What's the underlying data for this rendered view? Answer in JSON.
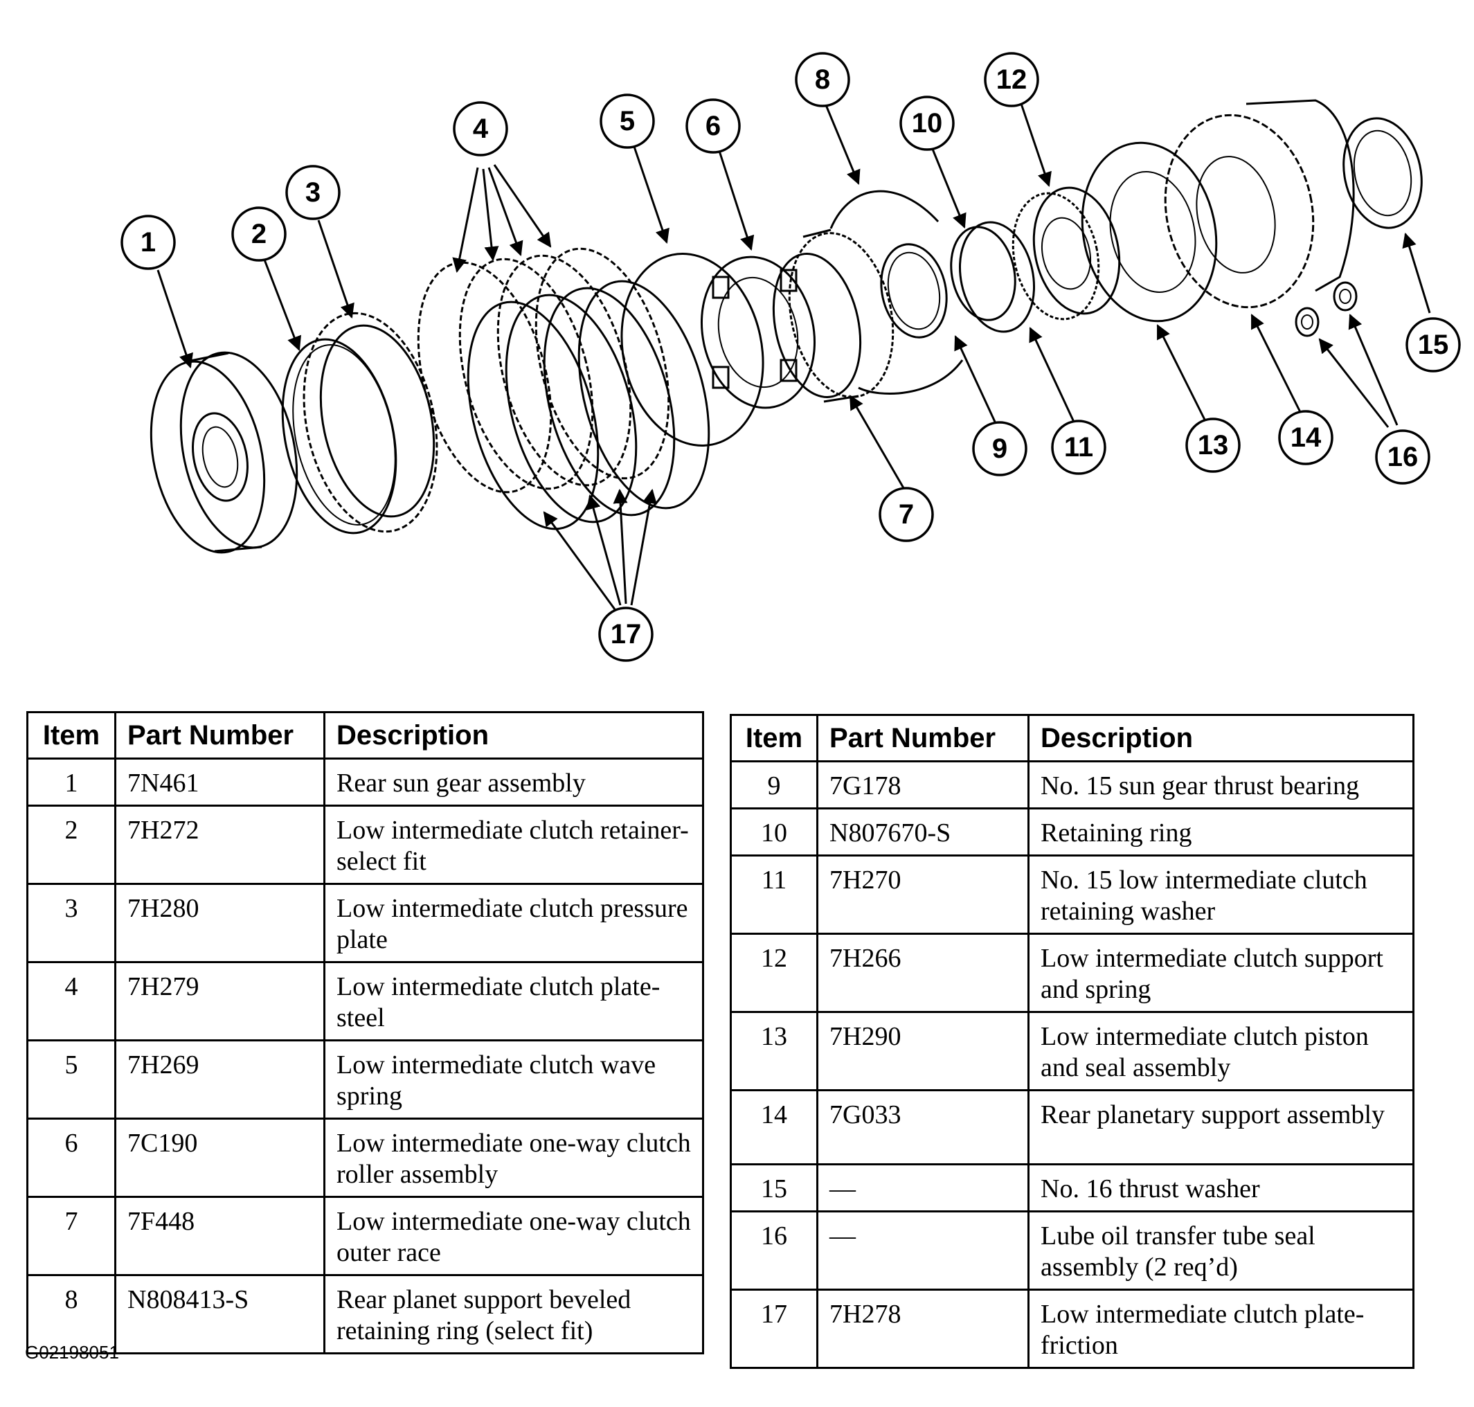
{
  "callouts": [
    "1",
    "2",
    "3",
    "4",
    "5",
    "6",
    "7",
    "8",
    "9",
    "10",
    "11",
    "12",
    "13",
    "14",
    "15",
    "16",
    "17"
  ],
  "table_headers": {
    "item": "Item",
    "part_number": "Part Number",
    "description": "Description"
  },
  "left_rows": [
    {
      "item": "1",
      "part": "7N461",
      "desc": "Rear sun gear assembly"
    },
    {
      "item": "2",
      "part": "7H272",
      "desc": "Low intermediate clutch retainer-select fit"
    },
    {
      "item": "3",
      "part": "7H280",
      "desc": "Low intermediate clutch pressure plate"
    },
    {
      "item": "4",
      "part": "7H279",
      "desc": "Low intermediate clutch plate-steel"
    },
    {
      "item": "5",
      "part": "7H269",
      "desc": "Low intermediate clutch wave spring"
    },
    {
      "item": "6",
      "part": "7C190",
      "desc": "Low intermediate one-way clutch roller assembly"
    },
    {
      "item": "7",
      "part": "7F448",
      "desc": "Low intermediate one-way clutch outer race"
    },
    {
      "item": "8",
      "part": "N808413-S",
      "desc": "Rear planet support beveled retaining ring (select fit)"
    }
  ],
  "right_rows": [
    {
      "item": "9",
      "part": "7G178",
      "desc": "No. 15 sun gear thrust bearing"
    },
    {
      "item": "10",
      "part": "N807670-S",
      "desc": "Retaining ring"
    },
    {
      "item": "11",
      "part": "7H270",
      "desc": "No. 15 low intermediate clutch retaining washer"
    },
    {
      "item": "12",
      "part": "7H266",
      "desc": "Low intermediate clutch support and spring"
    },
    {
      "item": "13",
      "part": "7H290",
      "desc": "Low intermediate clutch piston and seal assembly"
    },
    {
      "item": "14",
      "part": "7G033",
      "desc": "Rear planetary support assembly"
    },
    {
      "item": "15",
      "part": "—",
      "desc": "No. 16 thrust washer"
    },
    {
      "item": "16",
      "part": "—",
      "desc": "Lube oil transfer tube seal assembly (2 req’d)"
    },
    {
      "item": "17",
      "part": "7H278",
      "desc": "Low intermediate clutch plate-friction"
    }
  ],
  "figure_id": "G02198051"
}
